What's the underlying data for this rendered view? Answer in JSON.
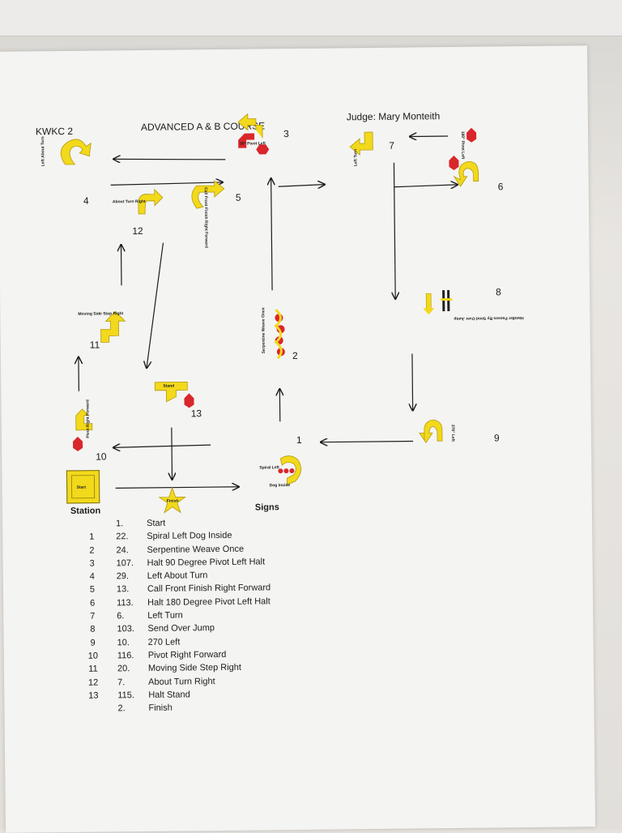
{
  "header": {
    "club": "KWKC 2",
    "title": "ADVANCED A & B COURSE",
    "judge": "Judge: Mary Monteith"
  },
  "course_numbers": [
    "1",
    "2",
    "3",
    "4",
    "5",
    "6",
    "7",
    "8",
    "9",
    "10",
    "11",
    "12",
    "13"
  ],
  "sign_texts": {
    "s3": "90° Pivot Left",
    "s4": "Left About Turn",
    "s5": "Call Front Finish Right Forward",
    "s6": "180° Pivot Left",
    "s7": "Left Turn",
    "s8": "Handler Passes By Send Over Jump",
    "s9": "270° Left",
    "s10": "Pivot Right Forward",
    "s11": "Moving Side Step Right",
    "s12": "About Turn Right",
    "s13": "Stand",
    "s1": "Spiral Left",
    "s1b": "Dog Inside",
    "s2": "Serpentine Weave Once",
    "start": "Start",
    "finish": "Finish"
  },
  "legend": {
    "station_header": "Station",
    "signs_header": "Signs"
  },
  "stations": [
    {
      "station": "",
      "number": "1.",
      "name": "Start"
    },
    {
      "station": "1",
      "number": "22.",
      "name": "Spiral Left Dog Inside"
    },
    {
      "station": "2",
      "number": "24.",
      "name": "Serpentine Weave Once"
    },
    {
      "station": "3",
      "number": "107.",
      "name": "Halt 90 Degree Pivot Left Halt"
    },
    {
      "station": "4",
      "number": "29.",
      "name": "Left About Turn"
    },
    {
      "station": "5",
      "number": "13.",
      "name": "Call Front Finish Right Forward"
    },
    {
      "station": "6",
      "number": "113.",
      "name": "Halt 180 Degree Pivot Left Halt"
    },
    {
      "station": "7",
      "number": "6.",
      "name": "Left Turn"
    },
    {
      "station": "8",
      "number": "103.",
      "name": "Send Over Jump"
    },
    {
      "station": "9",
      "number": "10.",
      "name": "270 Left"
    },
    {
      "station": "10",
      "number": "116.",
      "name": "Pivot Right Forward"
    },
    {
      "station": "11",
      "number": "20.",
      "name": "Moving Side Step Right"
    },
    {
      "station": "12",
      "number": "7.",
      "name": "About Turn Right"
    },
    {
      "station": "13",
      "number": "115.",
      "name": "Halt Stand"
    },
    {
      "station": "",
      "number": "2.",
      "name": "Finish"
    }
  ],
  "colors": {
    "sign_yellow": "#f2d91b",
    "stop_red": "#d9262a",
    "ink": "#1c1c1c"
  }
}
